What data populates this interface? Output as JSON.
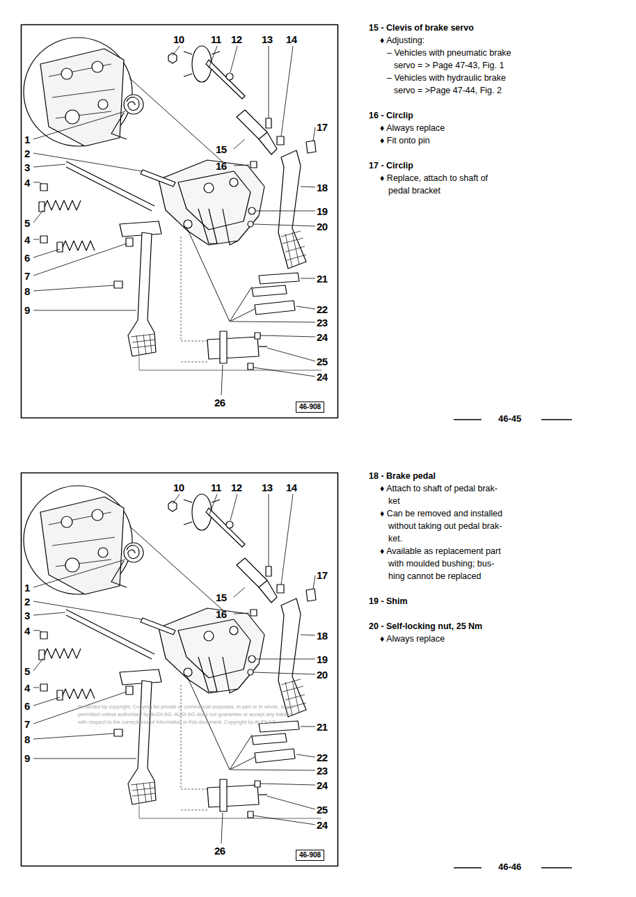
{
  "diagram": {
    "nodes": [
      {
        "text": [
          "46-908"
        ]
      },
      {
        "text": [
          "46-908"
        ]
      }
    ],
    "labels": [
      "10",
      "11",
      "12",
      "13",
      "14",
      "1",
      "17",
      "2",
      "15",
      "3",
      "16",
      "4",
      "18",
      "5",
      "19",
      "20",
      "4",
      "6",
      "7",
      "8",
      "9",
      "21",
      "22",
      "23",
      "24",
      "25",
      "24",
      "26",
      "15 - Clevis of brake servo",
      "♦ Adjusting:",
      "– Vehicles with pneumatic brake",
      "servo = > Page 47-43, Fig. 1",
      "– Vehicles with hydraulic brake",
      "servo = >Page 47-44, Fig. 2",
      "16 - Circlip",
      "♦ Always replace",
      "♦ Fit onto pin",
      "17 - Circlip",
      "♦ Replace, attach to shaft of",
      "pedal bracket",
      "46-45",
      "10",
      "11",
      "12",
      "13",
      "14",
      "1",
      "17",
      "2",
      "15",
      "3",
      "16",
      "4",
      "18",
      "5",
      "19",
      "20",
      "4",
      "6",
      "7",
      "8",
      "9",
      "21",
      "22",
      "23",
      "24",
      "25",
      "24",
      "26",
      "Protected by copyright. Copying for private or commercial purposes, in part or in whole, is not",
      "permitted unless authorised by AUDI AG. AUDI AG does not guarantee or accept any liability",
      "with respect to the correctness of information in this document. Copyright by AUDI AG.",
      "18 - Brake pedal",
      "♦ Attach to shaft of pedal brak-",
      "ket",
      "♦ Can be removed and installed",
      "without taking out pedal brak-",
      "ket.",
      "♦ Available as replacement part",
      "with moulded bushing; bus-",
      "hing cannot be replaced",
      "19 - Shim",
      "20 - Self-locking nut, 25 Nm",
      "♦ Always replace",
      "46-46"
    ]
  }
}
